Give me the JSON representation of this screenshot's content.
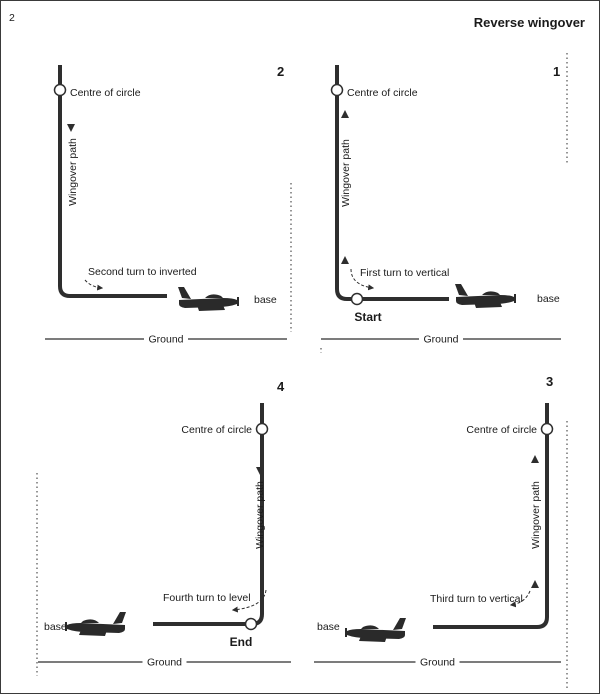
{
  "figure": {
    "number": "2",
    "title": "Reverse wingover"
  },
  "panels": [
    {
      "number": "1",
      "centre_label": "Centre of circle",
      "path_label": "Wingover path",
      "turn_label": "First turn to vertical",
      "point_label": "Start",
      "base_label": "base",
      "ground_label": "Ground"
    },
    {
      "number": "2",
      "centre_label": "Centre of circle",
      "path_label": "Wingover path",
      "turn_label": "Second turn to inverted",
      "base_label": "base",
      "ground_label": "Ground"
    },
    {
      "number": "3",
      "centre_label": "Centre of circle",
      "path_label": "Wingover path",
      "turn_label": "Third turn to vertical",
      "base_label": "base",
      "ground_label": "Ground"
    },
    {
      "number": "4",
      "centre_label": "Centre of circle",
      "path_label": "Wingover path",
      "turn_label": "Fourth turn to level",
      "point_label": "End",
      "base_label": "base",
      "ground_label": "Ground"
    }
  ],
  "colors": {
    "ink": "#2e2e2e",
    "border": "#3a3a3a",
    "background": "#ffffff"
  }
}
